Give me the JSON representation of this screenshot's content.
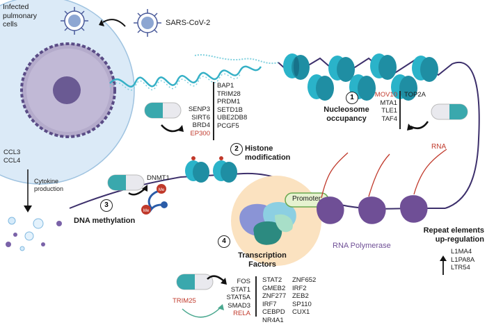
{
  "cell": {
    "title": "Infected pulmonary cells"
  },
  "virus": {
    "label": "SARS-CoV-2"
  },
  "cytokines": {
    "genes": [
      "CCL3",
      "CCL4"
    ],
    "label": "Cytokine production"
  },
  "steps": [
    {
      "number": "1",
      "label": "Nucleosome occupancy"
    },
    {
      "number": "2",
      "label": "Histone modification"
    },
    {
      "number": "3",
      "label": "DNA methylation"
    },
    {
      "number": "4",
      "label": "Transcription Factors"
    }
  ],
  "histone_genes_left": [
    {
      "name": "SENP3",
      "highlight": false
    },
    {
      "name": "SIRT6",
      "highlight": false
    },
    {
      "name": "BRD4",
      "highlight": false
    },
    {
      "name": "EP300",
      "highlight": true
    }
  ],
  "histone_genes_right": [
    "BAP1",
    "TRIM28",
    "PRDM1",
    "SETD1B",
    "UBE2DB8",
    "PCGF5"
  ],
  "nucleosome_genes": [
    {
      "name": "MOV10",
      "highlight": true
    },
    {
      "name": "MTA1",
      "highlight": false
    },
    {
      "name": "TLE1",
      "highlight": false
    },
    {
      "name": "TAF4",
      "highlight": false
    }
  ],
  "nucleosome_gene_top": "TOP2A",
  "methylation": {
    "gene": "DNMT1",
    "marks": [
      "Me",
      "Me"
    ]
  },
  "promoter": {
    "label": "Promoter"
  },
  "polymerase": {
    "label": "RNA Polymerase",
    "rna_label": "RNA"
  },
  "repeats": {
    "title": "Repeat elements up-regulation",
    "elements": [
      "L1MA4",
      "L1PA8A",
      "LTR54"
    ]
  },
  "tf": {
    "drug_targets": [
      {
        "name": "FOS",
        "highlight": false
      },
      {
        "name": "STAT1",
        "highlight": false
      },
      {
        "name": "STAT5A",
        "highlight": false
      },
      {
        "name": "SMAD3",
        "highlight": false
      },
      {
        "name": "RELA",
        "highlight": true
      }
    ],
    "indirect": "TRIM25",
    "col1": [
      "STAT2",
      "GMEB2",
      "ZNF277",
      "IRF7",
      "CEBPD",
      "NR4A1"
    ],
    "col2": [
      "ZNF652",
      "IRF2",
      "ZEB2",
      "SP110",
      "CUX1"
    ]
  },
  "colors": {
    "cell_fill": "#dbeaf7",
    "nucleus": "#a9a0c3",
    "dna": "#3c2f6b",
    "histone": "#2ab3c9",
    "polymerase": "#6f4f96",
    "highlight_red": "#c0392b",
    "tf_bg": "#fbe2c0",
    "promoter_fill": "#e6f2d0",
    "promoter_stroke": "#6aa84f",
    "pill_teal": "#3aa8ad",
    "pill_grey": "#e9e9ee"
  }
}
